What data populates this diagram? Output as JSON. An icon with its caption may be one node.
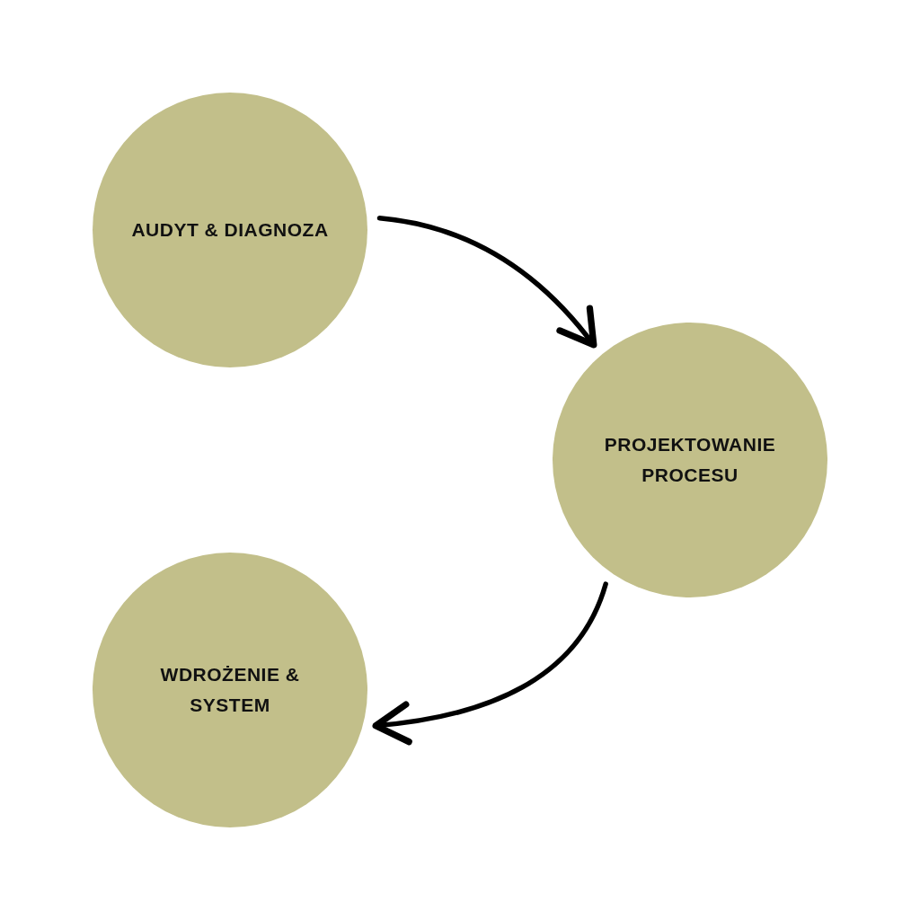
{
  "diagram": {
    "nodes": [
      {
        "text": [
          "AUDYT & DIAGNOZA"
        ]
      },
      {
        "text": [
          "PROJEKTOWANIE PROCESU"
        ]
      },
      {
        "text": [
          "WDROŻENIE & SYSTEM"
        ]
      }
    ],
    "edges": [
      {
        "from": 0,
        "to": 1,
        "arrow": "to"
      },
      {
        "from": 1,
        "to": 2,
        "arrow": "to"
      }
    ]
  }
}
